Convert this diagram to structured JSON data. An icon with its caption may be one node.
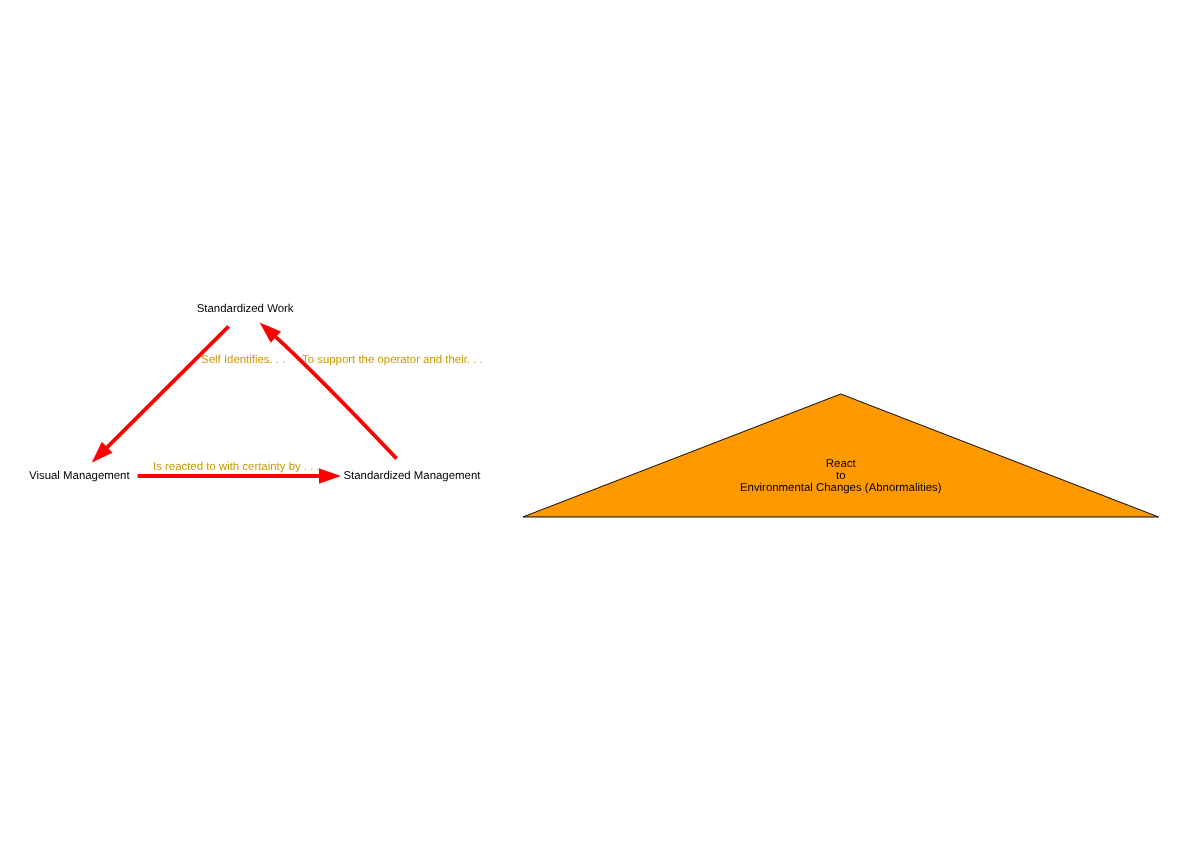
{
  "diagram": {
    "nodes": [
      {
        "text": [
          "Standardized Work"
        ]
      },
      {
        "text": [
          "Visual Management"
        ]
      },
      {
        "text": [
          "Standardized Management"
        ]
      },
      {
        "text": [
          "React to Environmental Changes (Abnormalities)"
        ]
      }
    ],
    "edges": [
      {
        "from": 0,
        "to": 1,
        "arrow": "to",
        "label": "Self Identifies. . ."
      },
      {
        "from": 1,
        "to": 2,
        "arrow": "to",
        "label": "Is reacted to with certainty by . . ."
      },
      {
        "from": 2,
        "to": 0,
        "arrow": "to",
        "label": "To support the operator and their. . ."
      }
    ]
  }
}
